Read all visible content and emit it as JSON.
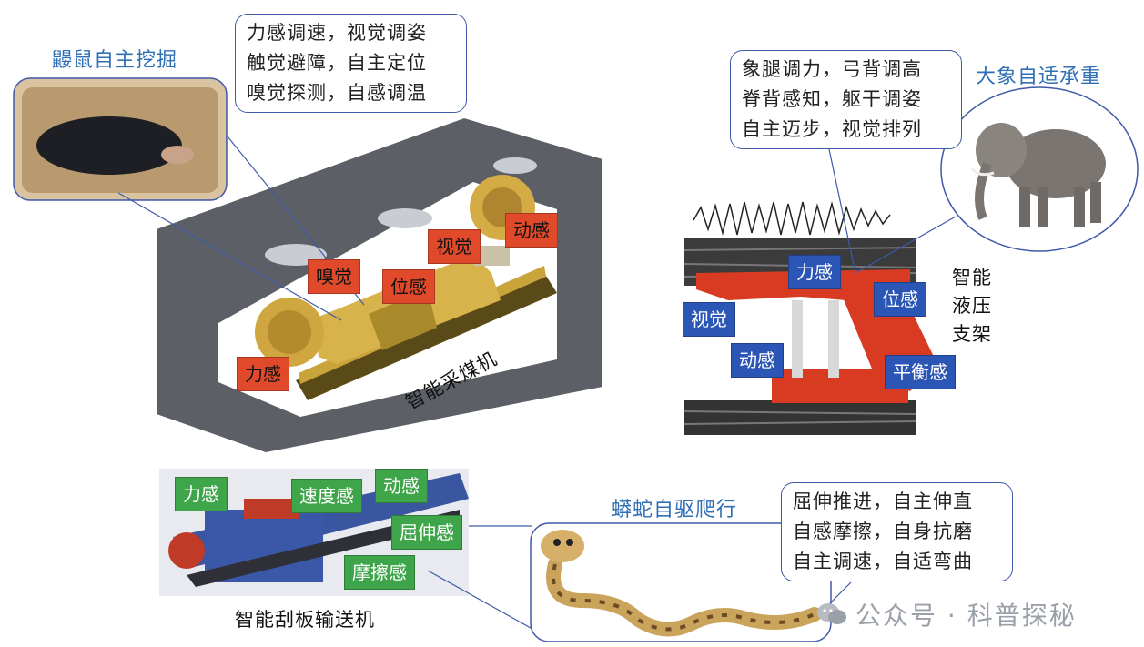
{
  "mole": {
    "title": "鼹鼠自主挖掘",
    "bubble": [
      "力感调速，视觉调姿",
      "触觉避障，自主定位",
      "嗅觉探测，自感调温"
    ]
  },
  "shearer": {
    "caption": "智能采煤机",
    "tags": [
      "嗅觉",
      "位感",
      "视觉",
      "动感",
      "力感"
    ]
  },
  "elephant": {
    "title": "大象自适承重",
    "bubble": [
      "象腿调力，弓背调高",
      "脊背感知，躯干调姿",
      "自主迈步，视觉排列"
    ]
  },
  "support": {
    "caption": [
      "智能",
      "液压",
      "支架"
    ],
    "tags": [
      "力感",
      "位感",
      "视觉",
      "动感",
      "平衡感"
    ]
  },
  "conveyor": {
    "caption": "智能刮板输送机",
    "tags": [
      "力感",
      "速度感",
      "动感",
      "屈伸感",
      "摩擦感"
    ]
  },
  "snake": {
    "title": "蟒蛇自驱爬行",
    "bubble": [
      "屈伸推进，自主伸直",
      "自感摩擦，自身抗磨",
      "自主调速，自适弯曲"
    ]
  },
  "watermark": "公众号 · 科普探秘",
  "colors": {
    "accent_blue": "#2f6fb6",
    "tag_red": "#e04a2a",
    "tag_blue": "#2b56b5",
    "tag_green": "#3fa54a",
    "tunnel_gray": "#5d5f66"
  }
}
